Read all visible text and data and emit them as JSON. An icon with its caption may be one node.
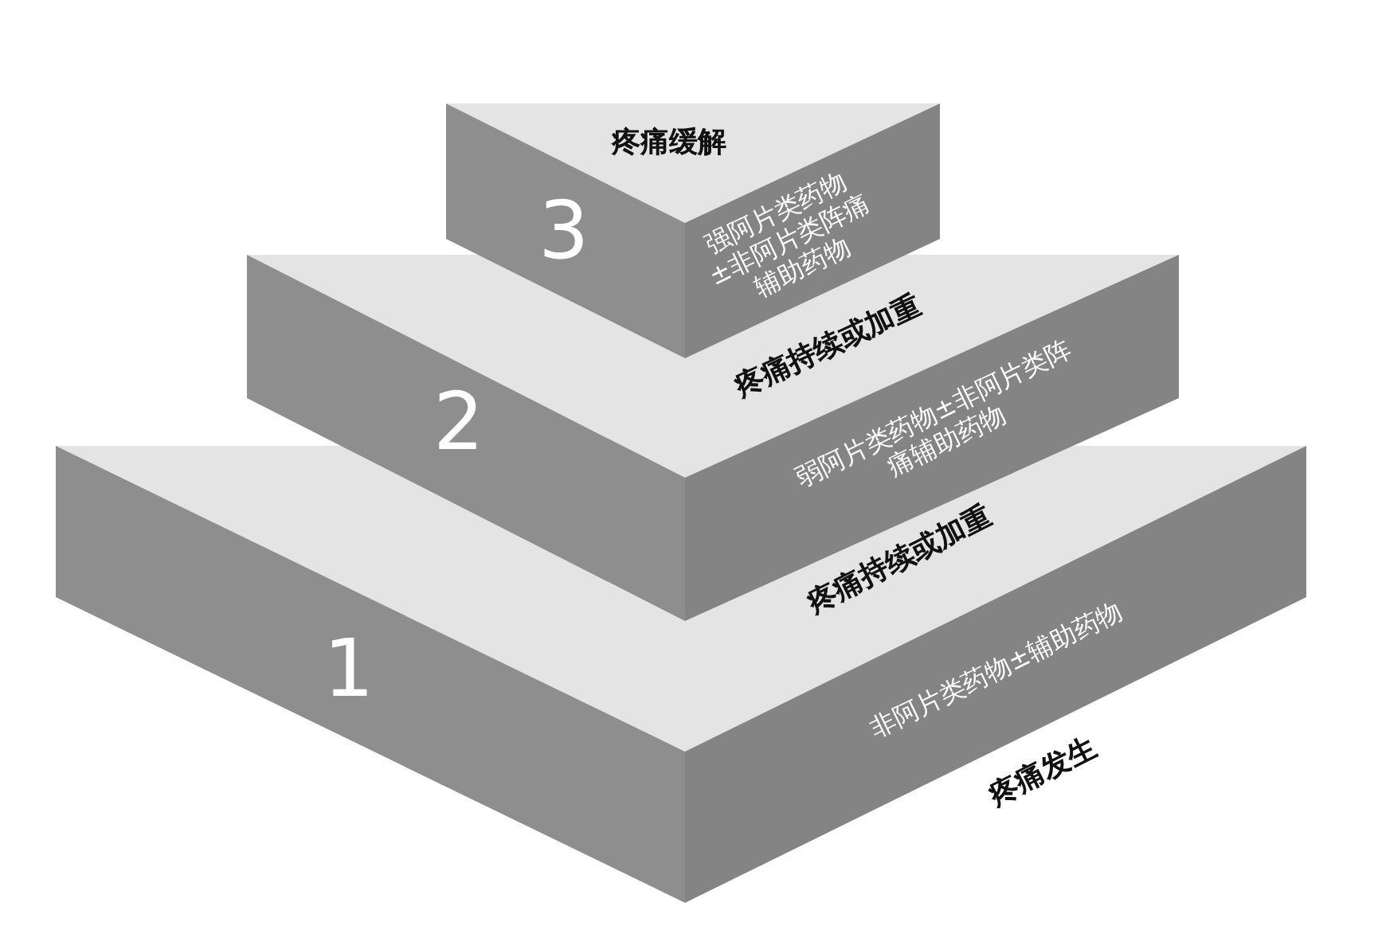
{
  "diagram": {
    "nodes": [
      {
        "text": [
          "3",
          "强阿片类药物±非阿片类阵痛辅助药物"
        ]
      },
      {
        "text": [
          "2",
          "弱阿片类药物±非阿片类阵痛辅助药物"
        ]
      },
      {
        "text": [
          "1",
          "非阿片类药物±辅助药物"
        ]
      }
    ],
    "labels": [
      "疼痛缓解",
      "疼痛持续或加重",
      "疼痛持续或加重",
      "疼痛发生"
    ]
  }
}
